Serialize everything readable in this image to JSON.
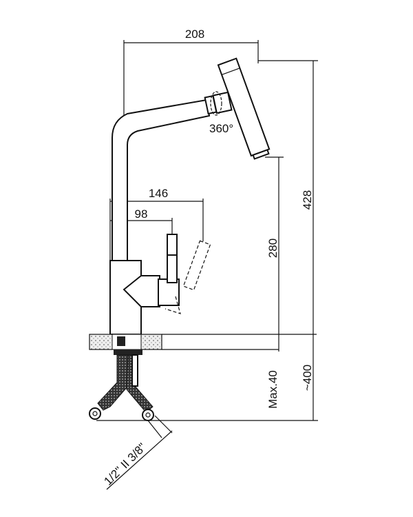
{
  "dimensions": {
    "spout_reach": "208",
    "total_height": "428",
    "spout_height": "280",
    "handle_reach_outer": "146",
    "handle_reach_inner": "98",
    "hose_length": "~400",
    "max_counter_thickness": "Max.40",
    "rotation": "360°",
    "connection_size": "1/2\" II 3/8\""
  }
}
